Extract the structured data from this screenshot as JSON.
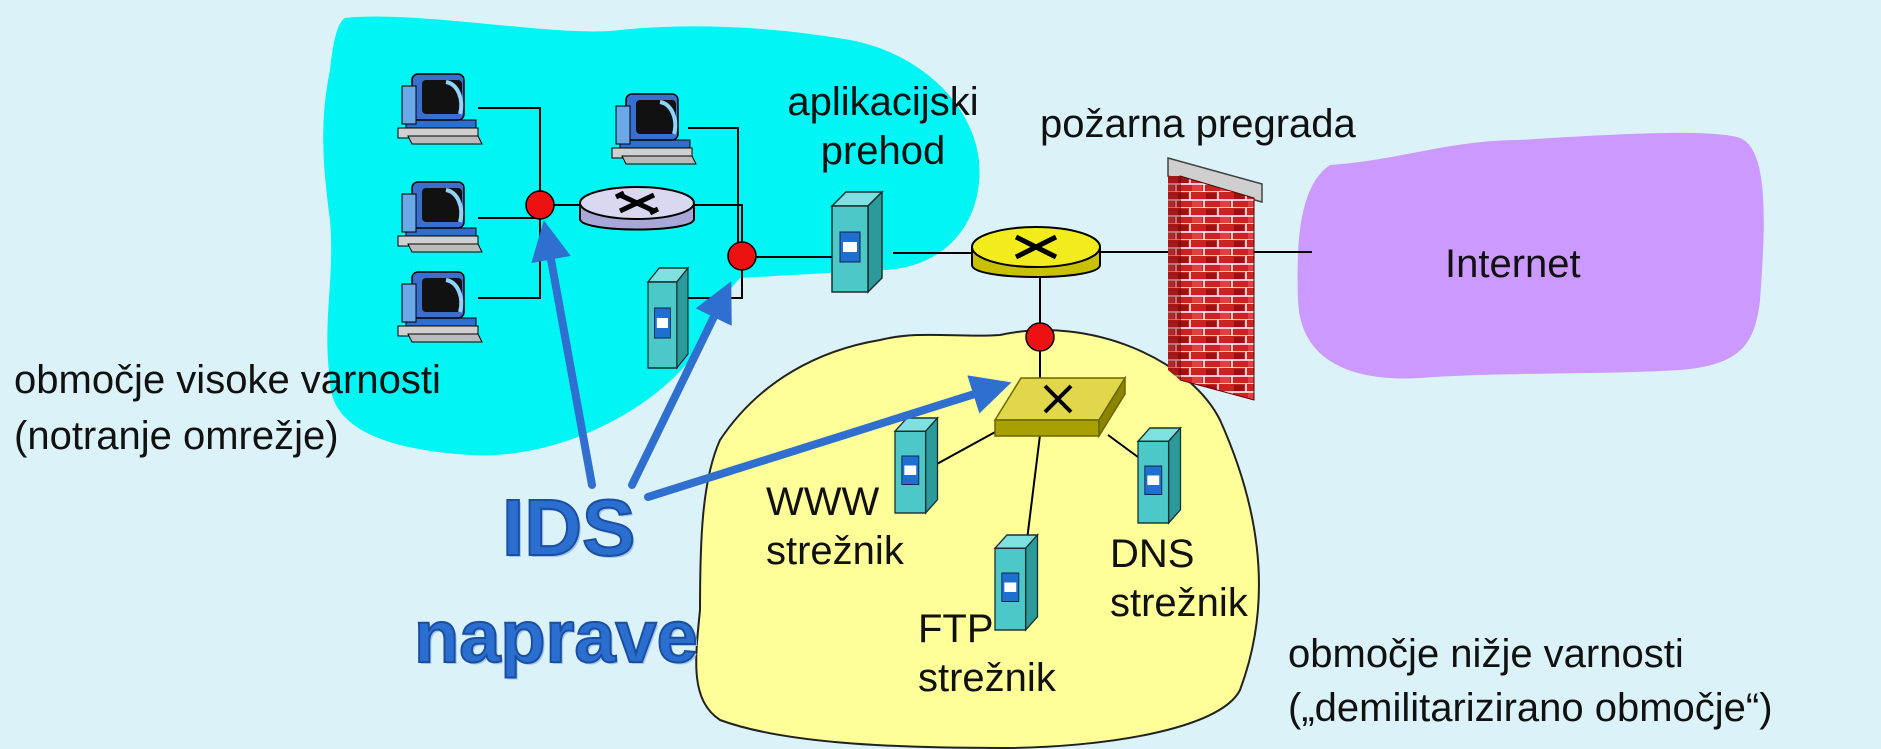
{
  "labels": {
    "app_gateway": "aplikacijski\nprehod",
    "firewall": "požarna pregrada",
    "internet": "Internet",
    "high_security_line1": "območje visoke varnosti",
    "high_security_line2": "(notranje omrežje)",
    "low_security_line1": "območje nižje varnosti",
    "low_security_line2": "(„demilitarizirano območje“)",
    "www_server": "WWW\nstrežnik",
    "ftp_server": "FTP\nstrežnik",
    "dns_server": "DNS\nstrežnik",
    "ids_line1": "IDS",
    "ids_line2": "naprave"
  },
  "colors": {
    "background": "#dbf3f8",
    "high_security_zone": "#00f5f5",
    "dmz_zone": "#ffff99",
    "internet_cloud": "#cc99ff",
    "ids_text": "#2a6fd0",
    "ids_arrows": "#2f6fd0",
    "sensor_dots": "#ee1111",
    "router_core": "#f2ec1c",
    "router_internal": "#d8d8f0",
    "dmz_switch": "#c8c000",
    "server": "#4cc8c8",
    "firewall_brick": "#cc2222"
  },
  "icons": [
    "pc-icon",
    "router-icon",
    "switch-icon",
    "server-icon",
    "firewall-icon",
    "cloud-icon",
    "ids-sensor-icon"
  ]
}
